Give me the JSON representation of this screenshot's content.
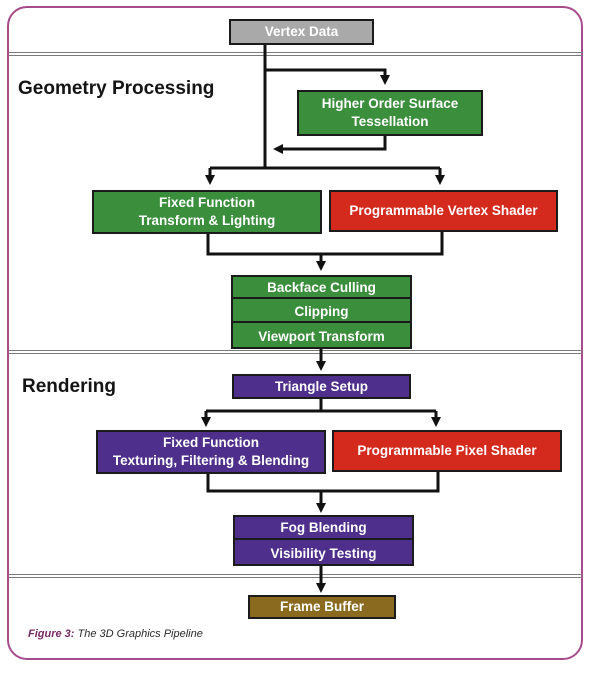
{
  "colors": {
    "frame": "#a64c8c",
    "input": "#a9a9a9",
    "fixed_function": "#3a8e3c",
    "programmable": "#d42a1e",
    "rendering_stage": "#4e2f8c",
    "output": "#8a6a1e",
    "connector": "#111111"
  },
  "sections": {
    "geometry_title": "Geometry Processing",
    "rendering_title": "Rendering"
  },
  "nodes": {
    "vertex_data": "Vertex Data",
    "tessellation": "Higher Order Surface\nTessellation",
    "fixed_transform": "Fixed Function\nTransform & Lighting",
    "vertex_shader": "Programmable Vertex Shader",
    "backface_culling": "Backface Culling",
    "clipping": "Clipping",
    "viewport_transform": "Viewport Transform",
    "triangle_setup": "Triangle Setup",
    "fixed_texturing": "Fixed Function\nTexturing, Filtering & Blending",
    "pixel_shader": "Programmable Pixel Shader",
    "fog_blending": "Fog Blending",
    "visibility_testing": "Visibility Testing",
    "frame_buffer": "Frame Buffer"
  },
  "caption": {
    "label": "Figure 3:",
    "text": "The 3D Graphics Pipeline"
  }
}
